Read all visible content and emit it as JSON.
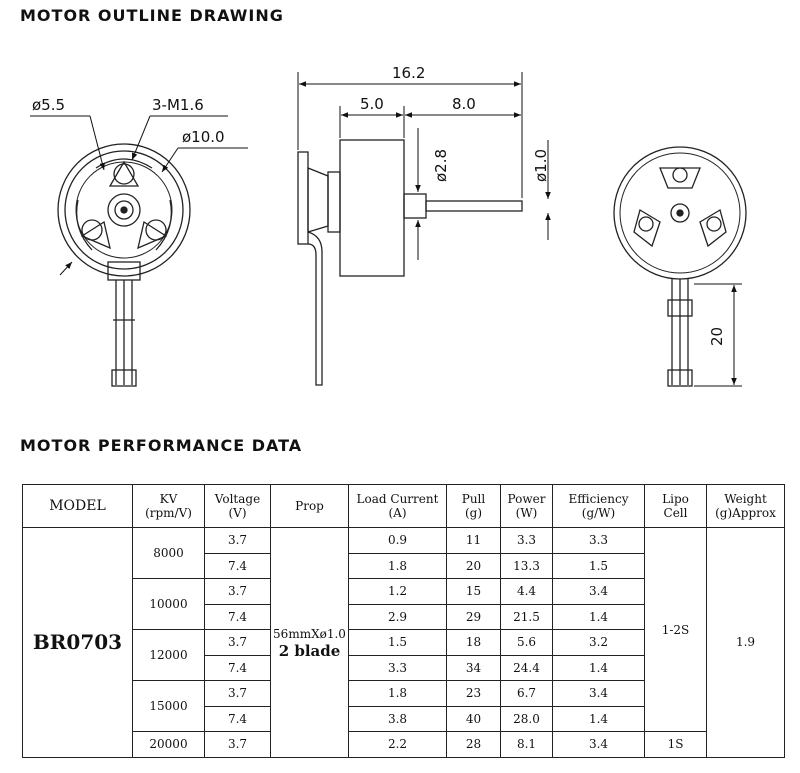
{
  "sections": {
    "drawing_title": "MOTOR OUTLINE DRAWING",
    "performance_title": "MOTOR PERFORMANCE DATA"
  },
  "drawing": {
    "front_view": {
      "dia_outer": "ø5.5",
      "screws": "3-M1.6",
      "dia_body": "ø10.0"
    },
    "side_view": {
      "total_length": "16.2",
      "body_length": "5.0",
      "shaft_length": "8.0",
      "boss_dia": "ø2.8",
      "shaft_dia": "ø1.0"
    },
    "rear_view": {
      "lead_length": "20"
    }
  },
  "table": {
    "headers": {
      "model": "MODEL",
      "kv_1": "KV",
      "kv_2": "(rpm/V)",
      "voltage_1": "Voltage",
      "voltage_2": "(V)",
      "prop": "Prop",
      "load_1": "Load Current",
      "load_2": "(A)",
      "pull_1": "Pull",
      "pull_2": "(g)",
      "power_1": "Power",
      "power_2": "(W)",
      "eff_1": "Efficiency",
      "eff_2": "(g/W)",
      "lipo_1": "Lipo",
      "lipo_2": "Cell",
      "weight_1": "Weight",
      "weight_2": "(g)Approx"
    },
    "model": "BR0703",
    "prop_line1": "56mmXø1.0",
    "prop_line2": "2 blade",
    "lipo_main": "1-2S",
    "lipo_last": "1S",
    "weight": "1.9",
    "kv_groups": [
      "8000",
      "10000",
      "12000",
      "15000",
      "20000"
    ],
    "rows": [
      {
        "voltage": "3.7",
        "current": "0.9",
        "pull": "11",
        "power": "3.3",
        "efficiency": "3.3"
      },
      {
        "voltage": "7.4",
        "current": "1.8",
        "pull": "20",
        "power": "13.3",
        "efficiency": "1.5"
      },
      {
        "voltage": "3.7",
        "current": "1.2",
        "pull": "15",
        "power": "4.4",
        "efficiency": "3.4"
      },
      {
        "voltage": "7.4",
        "current": "2.9",
        "pull": "29",
        "power": "21.5",
        "efficiency": "1.4"
      },
      {
        "voltage": "3.7",
        "current": "1.5",
        "pull": "18",
        "power": "5.6",
        "efficiency": "3.2"
      },
      {
        "voltage": "7.4",
        "current": "3.3",
        "pull": "34",
        "power": "24.4",
        "efficiency": "1.4"
      },
      {
        "voltage": "3.7",
        "current": "1.8",
        "pull": "23",
        "power": "6.7",
        "efficiency": "3.4"
      },
      {
        "voltage": "7.4",
        "current": "3.8",
        "pull": "40",
        "power": "28.0",
        "efficiency": "1.4"
      },
      {
        "voltage": "3.7",
        "current": "2.2",
        "pull": "28",
        "power": "8.1",
        "efficiency": "3.4"
      }
    ]
  }
}
